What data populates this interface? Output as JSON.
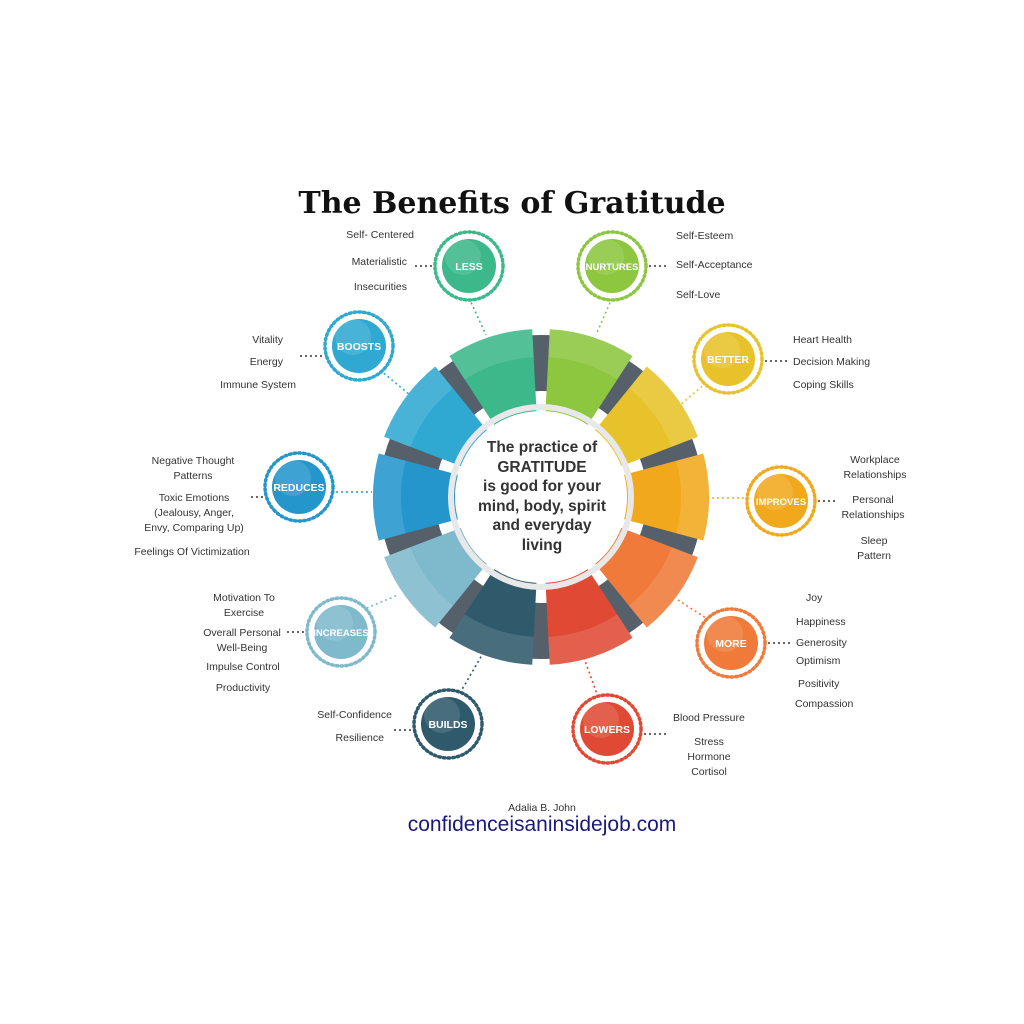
{
  "title": "The Benefits of Gratitude",
  "center": {
    "line1": "The practice of",
    "line2": "GRATITUDE",
    "line3": "is good for your",
    "line4": "mind, body, spirit",
    "line5": "and everyday",
    "line6": "living"
  },
  "badges": {
    "less": {
      "label": "LESS",
      "color": "#3cb88a",
      "items": [
        "Self- Centered",
        "Materialistic",
        "Insecurities"
      ]
    },
    "nurtures": {
      "label": "NURTURES",
      "color": "#8dc63f",
      "items": [
        "Self-Esteem",
        "Self-Acceptance",
        "Self-Love"
      ]
    },
    "better": {
      "label": "BETTER",
      "color": "#e8c22a",
      "items": [
        "Heart Health",
        "Decision Making",
        "Coping Skills"
      ]
    },
    "improves": {
      "label": "IMPROVES",
      "color": "#f2a81d",
      "items": [
        "Workplace Relationships",
        "Personal Relationships",
        "Sleep Pattern"
      ]
    },
    "more": {
      "label": "MORE",
      "color": "#f07a3a",
      "items": [
        "Joy",
        "Happiness",
        "Generosity",
        "Optimism",
        "Positivity",
        "Compassion"
      ]
    },
    "lowers": {
      "label": "LOWERS",
      "color": "#e04a35",
      "items": [
        "Blood Pressure",
        "Stress Hormone Cortisol"
      ]
    },
    "builds": {
      "label": "BUILDS",
      "color": "#2f5a6b",
      "items": [
        "Self-Confidence",
        "Resilience"
      ]
    },
    "increases": {
      "label": "INCREASES",
      "color": "#7fb9cc",
      "items": [
        "Motivation To Exercise",
        "Overall Personal Well-Being",
        "Impulse Control",
        "Productivity"
      ]
    },
    "reduces": {
      "label": "REDUCES",
      "color": "#2496cc",
      "items": [
        "Negative Thought Patterns",
        "Toxic Emotions (Jealousy, Anger,  Envy, Comparing Up)",
        "Feelings Of Victimization"
      ]
    },
    "boosts": {
      "label": "BOOSTS",
      "color": "#2fa9d2",
      "items": [
        "Vitality",
        "Energy",
        "Immune System"
      ]
    }
  },
  "footer": {
    "author": "Adalia B. John",
    "website": "confidenceisaninsidejob.com"
  }
}
